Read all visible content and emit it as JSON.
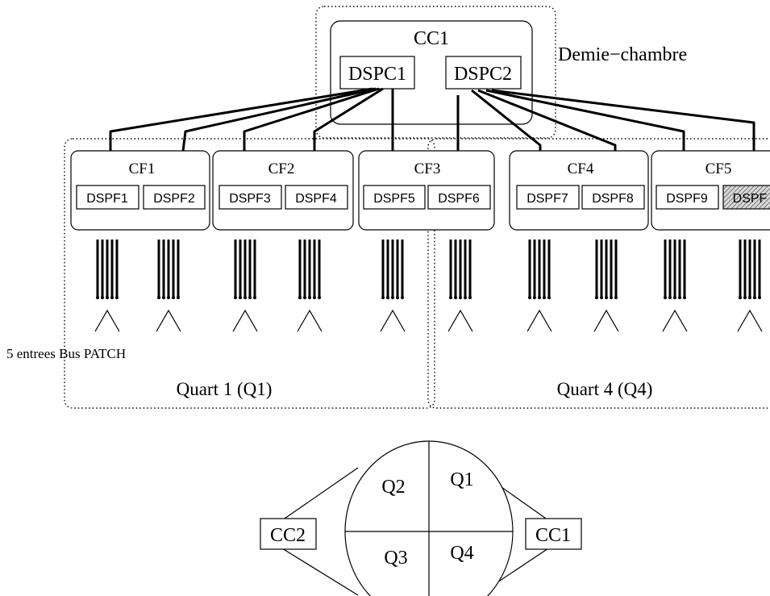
{
  "top": {
    "cc_label": "CC1",
    "dspc": [
      "DSPC1",
      "DSPC2"
    ],
    "half_room_label": "Demie−chambre"
  },
  "cf_labels": [
    "CF1",
    "CF2",
    "CF3",
    "CF4",
    "CF5"
  ],
  "dspf_labels": [
    "DSPF1",
    "DSPF2",
    "DSPF3",
    "DSPF4",
    "DSPF5",
    "DSPF6",
    "DSPF7",
    "DSPF8",
    "DSPF9",
    "DSPF"
  ],
  "bus_note": "5 entrees Bus PATCH",
  "quarters": {
    "q1_label": "Quart 1 (Q1)",
    "q4_label": "Quart 4 (Q4)"
  },
  "bottom": {
    "cc_left": "CC2",
    "cc_right": "CC1",
    "q_labels": [
      "Q2",
      "Q1",
      "Q3",
      "Q4"
    ]
  },
  "colors": {
    "line": "#000000",
    "hatched_fill": "#999999"
  }
}
